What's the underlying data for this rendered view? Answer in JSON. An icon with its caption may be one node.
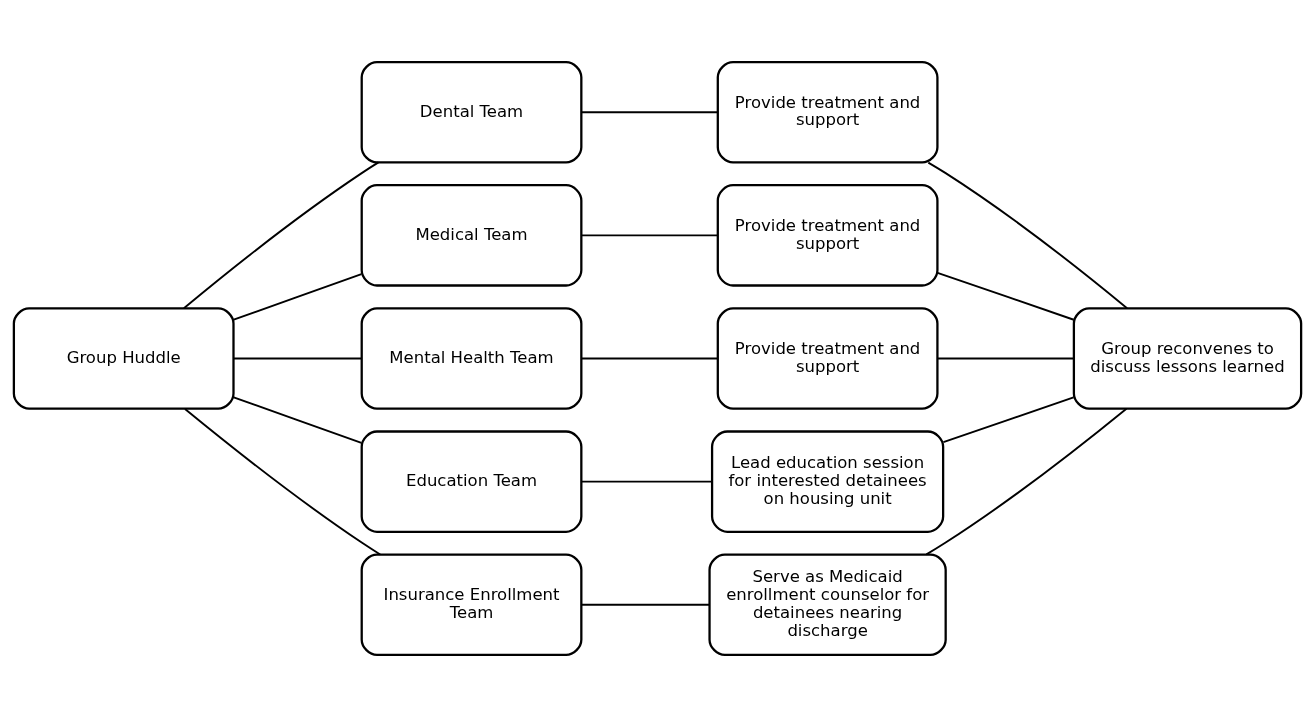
{
  "diagram": {
    "nodes": [
      {
        "text": [
          "Group Huddle"
        ]
      },
      {
        "text": [
          "Dental Team"
        ]
      },
      {
        "text": [
          "Medical Team"
        ]
      },
      {
        "text": [
          "Mental Health Team"
        ]
      },
      {
        "text": [
          "Education Team"
        ]
      },
      {
        "text": [
          "Insurance Enrollment Team"
        ]
      },
      {
        "text": [
          "Provide treatment and support"
        ]
      },
      {
        "text": [
          "Provide treatment and support"
        ]
      },
      {
        "text": [
          "Provide treatment and support"
        ]
      },
      {
        "text": [
          "Lead education session for interested detainees on housing unit"
        ]
      },
      {
        "text": [
          "Serve as Medicaid enrollment counselor for detainees nearing discharge"
        ]
      },
      {
        "text": [
          "Group reconvenes to discuss lessons learned"
        ]
      }
    ],
    "edges": [
      {
        "from": 0,
        "to": 1,
        "arrow": "none"
      },
      {
        "from": 0,
        "to": 2,
        "arrow": "none"
      },
      {
        "from": 0,
        "to": 3,
        "arrow": "none"
      },
      {
        "from": 0,
        "to": 4,
        "arrow": "none"
      },
      {
        "from": 0,
        "to": 5,
        "arrow": "none"
      },
      {
        "from": 1,
        "to": 6,
        "arrow": "none"
      },
      {
        "from": 2,
        "to": 7,
        "arrow": "none"
      },
      {
        "from": 3,
        "to": 8,
        "arrow": "none"
      },
      {
        "from": 4,
        "to": 9,
        "arrow": "none"
      },
      {
        "from": 5,
        "to": 10,
        "arrow": "none"
      },
      {
        "from": 6,
        "to": 11,
        "arrow": "none"
      },
      {
        "from": 7,
        "to": 11,
        "arrow": "none"
      },
      {
        "from": 8,
        "to": 11,
        "arrow": "none"
      },
      {
        "from": 9,
        "to": 11,
        "arrow": "none"
      },
      {
        "from": 10,
        "to": 11,
        "arrow": "none"
      }
    ]
  }
}
